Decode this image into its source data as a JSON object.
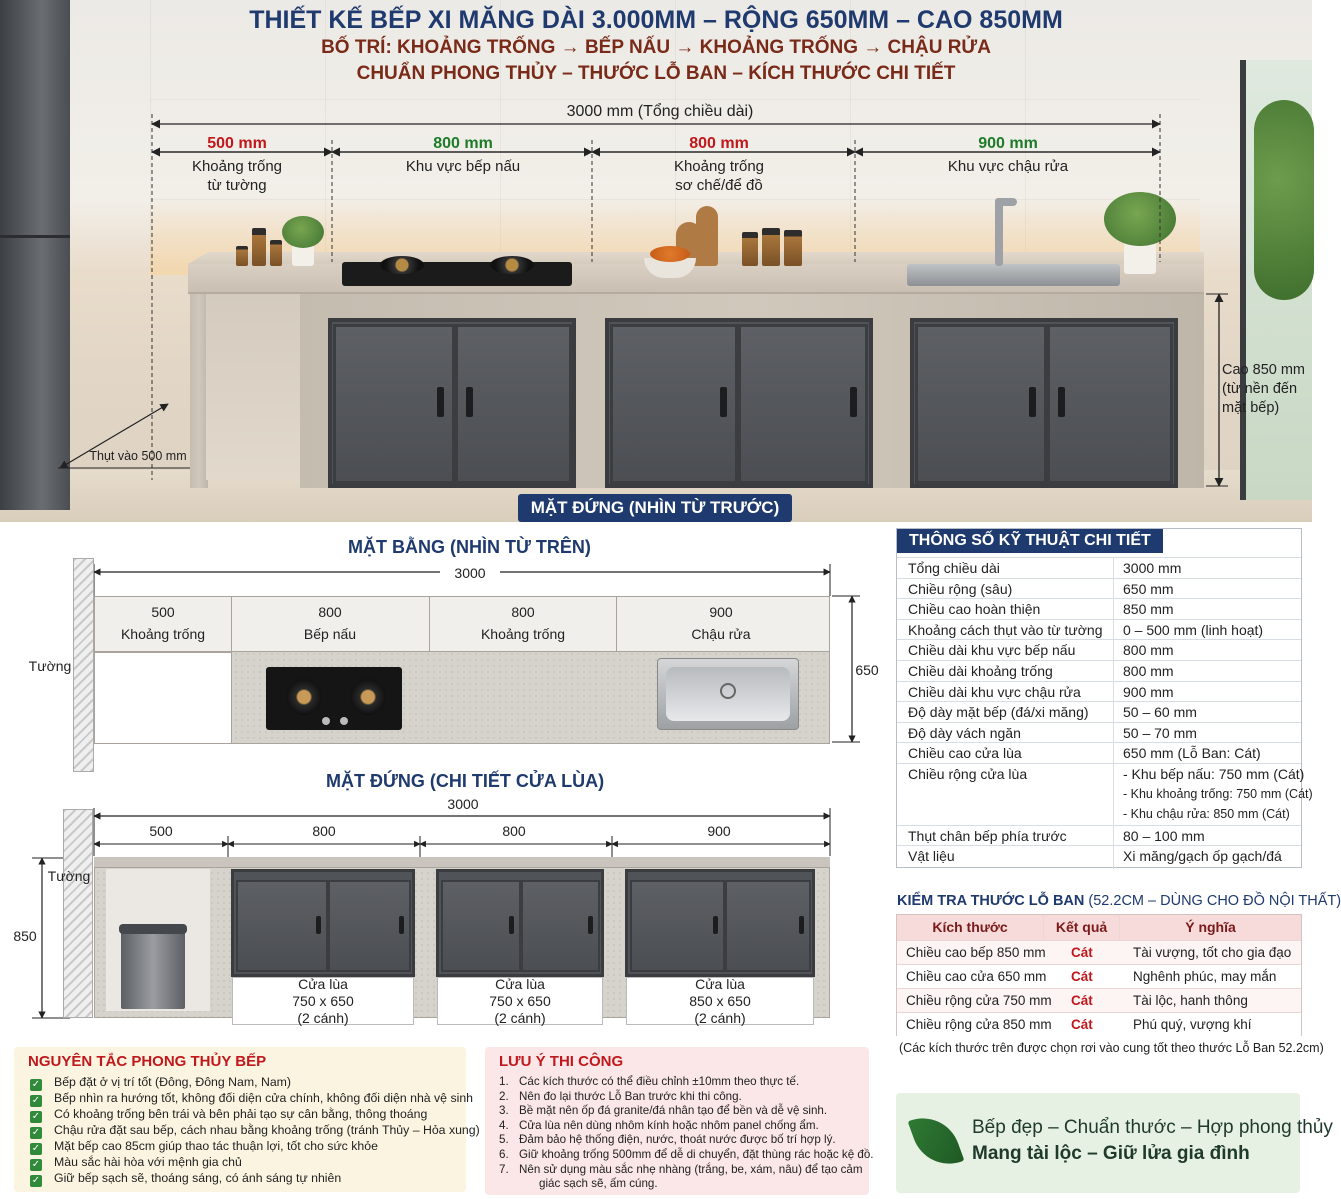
{
  "header": {
    "title": "THIẾT KẾ BẾP XI MĂNG DÀI 3.000MM – RỘNG 650MM – CAO 850MM",
    "subtitle1": "BỐ TRÍ: KHOẢNG TRỐNG → BẾP NẤU → KHOẢNG TRỐNG → CHẬU RỬA",
    "subtitle2": "CHUẨN PHONG THỦY – THƯỚC LỖ BAN – KÍCH THƯỚC CHI TIẾT"
  },
  "elevation": {
    "total_label": "3000 mm (Tổng chiều dài)",
    "segments": [
      {
        "value": "500 mm",
        "desc1": "Khoảng trống",
        "desc2": "từ tường",
        "color": "#c0181c"
      },
      {
        "value": "800 mm",
        "desc1": "Khu vực bếp nấu",
        "desc2": "",
        "color": "#1e7b2a"
      },
      {
        "value": "800 mm",
        "desc1": "Khoảng trống",
        "desc2": "sơ chế/để đồ",
        "color": "#c0181c"
      },
      {
        "value": "900 mm",
        "desc1": "Khu vực chậu rửa",
        "desc2": "",
        "color": "#1e7b2a"
      }
    ],
    "height_note1": "Cao 850 mm",
    "height_note2": "(từ nền đến",
    "height_note3": "mặt bếp)",
    "recess_note": "Thụt vào 500 mm",
    "badge": "MẶT ĐỨNG (NHÌN TỪ TRƯỚC)"
  },
  "plan": {
    "title": "MẶT BẰNG (NHÌN TỪ TRÊN)",
    "total": "3000",
    "depth": "650",
    "wall": "Tường",
    "segments": [
      {
        "value": "500",
        "label": "Khoảng trống"
      },
      {
        "value": "800",
        "label": "Bếp nấu"
      },
      {
        "value": "800",
        "label": "Khoảng trống"
      },
      {
        "value": "900",
        "label": "Chậu rửa"
      }
    ]
  },
  "door_elev": {
    "title": "MẶT ĐỨNG (CHI TIẾT CỬA LÙA)",
    "total": "3000",
    "height": "850",
    "wall": "Tường",
    "segments": [
      "500",
      "800",
      "800",
      "900"
    ],
    "doors": [
      {
        "l1": "Cửa lùa",
        "l2": "750 x 650",
        "l3": "(2 cánh)"
      },
      {
        "l1": "Cửa lùa",
        "l2": "750 x 650",
        "l3": "(2 cánh)"
      },
      {
        "l1": "Cửa lùa",
        "l2": "850 x 650",
        "l3": "(2 cánh)"
      }
    ]
  },
  "spec": {
    "title": "THÔNG SỐ KỸ THUẬT CHI TIẾT",
    "rows": [
      {
        "k": "Tổng chiều dài",
        "v": "3000 mm"
      },
      {
        "k": "Chiều rộng (sâu)",
        "v": "650 mm"
      },
      {
        "k": "Chiều cao hoàn thiện",
        "v": "850 mm"
      },
      {
        "k": "Khoảng cách thụt vào từ tường",
        "v": "0 – 500 mm (linh hoạt)"
      },
      {
        "k": "Chiều dài khu vực bếp nấu",
        "v": "800 mm"
      },
      {
        "k": "Chiều dài khoảng trống",
        "v": "800 mm"
      },
      {
        "k": "Chiều dài khu vực chậu rửa",
        "v": "900 mm"
      },
      {
        "k": "Độ dày mặt bếp (đá/xi măng)",
        "v": "50 – 60 mm"
      },
      {
        "k": "Độ dày vách ngăn",
        "v": "50 – 70 mm"
      },
      {
        "k": "Chiều cao cửa lùa",
        "v": "650 mm (Lỗ Ban: Cát)"
      },
      {
        "k": "Chiều rộng cửa lùa",
        "v": "- Khu bếp nấu: 750 mm (Cát)"
      },
      {
        "k": "",
        "v": "- Khu khoảng trống: 750 mm (Cát)"
      },
      {
        "k": "",
        "v": "- Khu chậu rửa: 850 mm (Cát)"
      },
      {
        "k": "Thụt chân bếp phía trước",
        "v": "80 – 100 mm"
      },
      {
        "k": "Vật liệu",
        "v": "Xi măng/gạch ốp gạch/đá"
      }
    ]
  },
  "luban": {
    "title": "KIỂM TRA THƯỚC LỖ BAN",
    "title_suffix": " (52.2CM – DÙNG CHO ĐỒ NỘI THẤT)",
    "headers": [
      "Kích thước",
      "Kết quả",
      "Ý nghĩa"
    ],
    "rows": [
      {
        "size": "Chiều cao bếp 850 mm",
        "result": "Cát",
        "meaning": "Tài vượng, tốt cho gia đạo"
      },
      {
        "size": "Chiều cao cửa 650 mm",
        "result": "Cát",
        "meaning": "Nghênh phúc, may mắn"
      },
      {
        "size": "Chiều rộng cửa 750 mm",
        "result": "Cát",
        "meaning": "Tài lộc, hanh thông"
      },
      {
        "size": "Chiều rộng cửa 850 mm",
        "result": "Cát",
        "meaning": "Phú quý, vượng khí"
      }
    ],
    "note": "(Các kích thước trên được chọn rơi vào cung tốt theo thước Lỗ Ban 52.2cm)"
  },
  "fengshui": {
    "title": "NGUYÊN TẮC PHONG THỦY BẾP",
    "items": [
      "Bếp đặt ở vị trí tốt (Đông, Đông Nam, Nam)",
      "Bếp nhìn ra hướng tốt, không đối diện cửa chính, không đối diện nhà vệ sinh",
      "Có khoảng trống bên trái và bên phải tạo sự cân bằng, thông thoáng",
      "Chậu rửa đặt sau bếp, cách nhau bằng khoảng trống (tránh Thủy – Hỏa xung)",
      "Mặt bếp cao 85cm giúp thao tác thuận lợi, tốt cho sức khỏe",
      "Màu sắc hài hòa với mệnh gia chủ",
      "Giữ bếp sạch sẽ, thoáng sáng, có ánh sáng tự nhiên"
    ]
  },
  "notes": {
    "title": "LƯU Ý THI CÔNG",
    "items": [
      {
        "n": "1.",
        "t": "Các kích thước có thể điều chỉnh ±10mm theo thực tế."
      },
      {
        "n": "2.",
        "t": "Nên đo lại thước Lỗ Ban trước khi thi công."
      },
      {
        "n": "3.",
        "t": "Bề mặt nên ốp đá granite/đá nhân tạo để bền và dễ vệ sinh."
      },
      {
        "n": "4.",
        "t": "Cửa lùa nên dùng nhôm kính hoặc nhôm panel chống ẩm."
      },
      {
        "n": "5.",
        "t": "Đảm bảo hệ thống điện, nước, thoát nước được bố trí hợp lý."
      },
      {
        "n": "6.",
        "t": "Giữ khoảng trống 500mm để dễ di chuyển, đặt thùng rác hoặc kệ đồ."
      },
      {
        "n": "7.",
        "t": "Nên sử dụng màu sắc nhẹ nhàng (trắng, be, xám, nâu) để tạo cảm"
      },
      {
        "n": "",
        "t": "giác sạch sẽ, ấm cúng."
      }
    ]
  },
  "slogan": {
    "line1": "Bếp đẹp – Chuẩn thước – Hợp phong thủy",
    "line2": "Mang tài lộc – Giữ lửa gia đình"
  },
  "colors": {
    "navy": "#1f3a6e",
    "red": "#c0181c",
    "green": "#1e7b2a"
  }
}
